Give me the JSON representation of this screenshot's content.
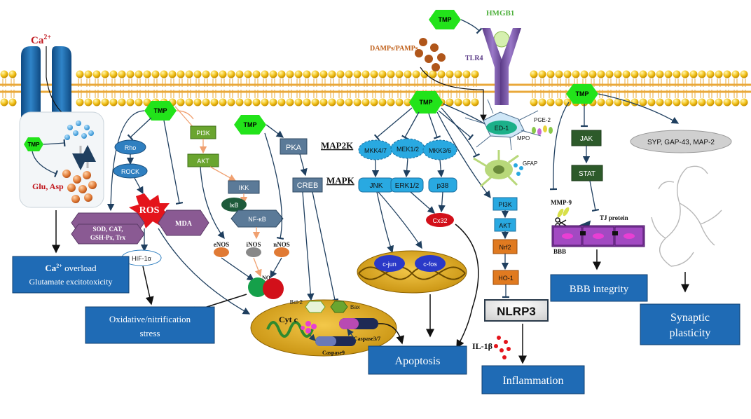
{
  "ion": {
    "ca_label": "Ca2+",
    "ca_base": "Ca",
    "ca_sup": "2+"
  },
  "tmp_label": "TMP",
  "glu_asp": "Glu, Asp",
  "left": {
    "rho": "Rho",
    "rock": "ROCK",
    "ros": "ROS",
    "mda": "MDA",
    "antioxidants_1": "SOD, CAT,",
    "antioxidants_2": "GSH-Px, Trx",
    "hif": "HIF-1α",
    "pi3k": "PI3K",
    "akt": "AKT",
    "ikk": "IKK",
    "ikb": "IκB",
    "nfkb": "NF-κB",
    "enos": "eNOS",
    "inos": "iNOS",
    "nnos": "nNOS",
    "no": "NO"
  },
  "middle": {
    "pka": "PKA",
    "creb": "CREB",
    "bcl2": "Bcl-2",
    "bax": "Bax",
    "cytc": "Cyt c",
    "caspase9": "Caspase9",
    "caspase37": "Caspase3/7"
  },
  "mapk": {
    "map2k": "MAP2K",
    "mapk": "MAPK",
    "mkk47": "MKK4/7",
    "mek12": "MEK1/2",
    "mkk36": "MKK3/6",
    "jnk": "JNK",
    "erk12": "ERK1/2",
    "p38": "p38",
    "cx32": "Cx32",
    "cjun": "c-jun",
    "cfos": "c-fos"
  },
  "inflam": {
    "damps": "DAMPs/PAMPs",
    "hmgb1": "HMGB1",
    "tlr4": "TLR4",
    "ed1": "ED-1",
    "pge2": "PGE-2",
    "mpo": "MPO",
    "gfap": "GFAP",
    "pi3k": "PI3K",
    "akt": "AKT",
    "nrf2": "Nrf2",
    "ho1": "HO-1",
    "nlrp3": "NLRP3",
    "il1b": "IL-1β"
  },
  "bbb": {
    "jak": "JAK",
    "stat": "STAT",
    "mmp9": "MMP-9",
    "tj": "TJ protein",
    "bbb": "BBB"
  },
  "synaptic": {
    "proteins": "SYP, GAP-43, MAP-2"
  },
  "outcomes": {
    "ca_overload_1_base": "Ca",
    "ca_overload_1_sup": "2+",
    "ca_overload_1_rest": " overload",
    "ca_overload_2": "Glutamate excitotoxicity",
    "oxidative_1": "Oxidative/nitrification",
    "oxidative_2": "stress",
    "apoptosis": "Apoptosis",
    "inflammation": "Inflammation",
    "bbb_integrity": "BBB integrity",
    "synaptic_1": "Synaptic",
    "synaptic_2": "plasticity"
  },
  "colors": {
    "tmp_fill": "#22e31a",
    "outcome_box": "#1f6bb5",
    "membrane_head": "#f2c21a",
    "node_blue": "#2f7fc0",
    "node_lightblue": "#29a9e1",
    "node_green": "#6aa52f",
    "node_slate": "#5b7a98",
    "ros_red": "#e4141b",
    "mda_purple": "#8a5a93",
    "pathway_dark": "#234a6b",
    "inhibit_line": "#1a1a1a"
  }
}
